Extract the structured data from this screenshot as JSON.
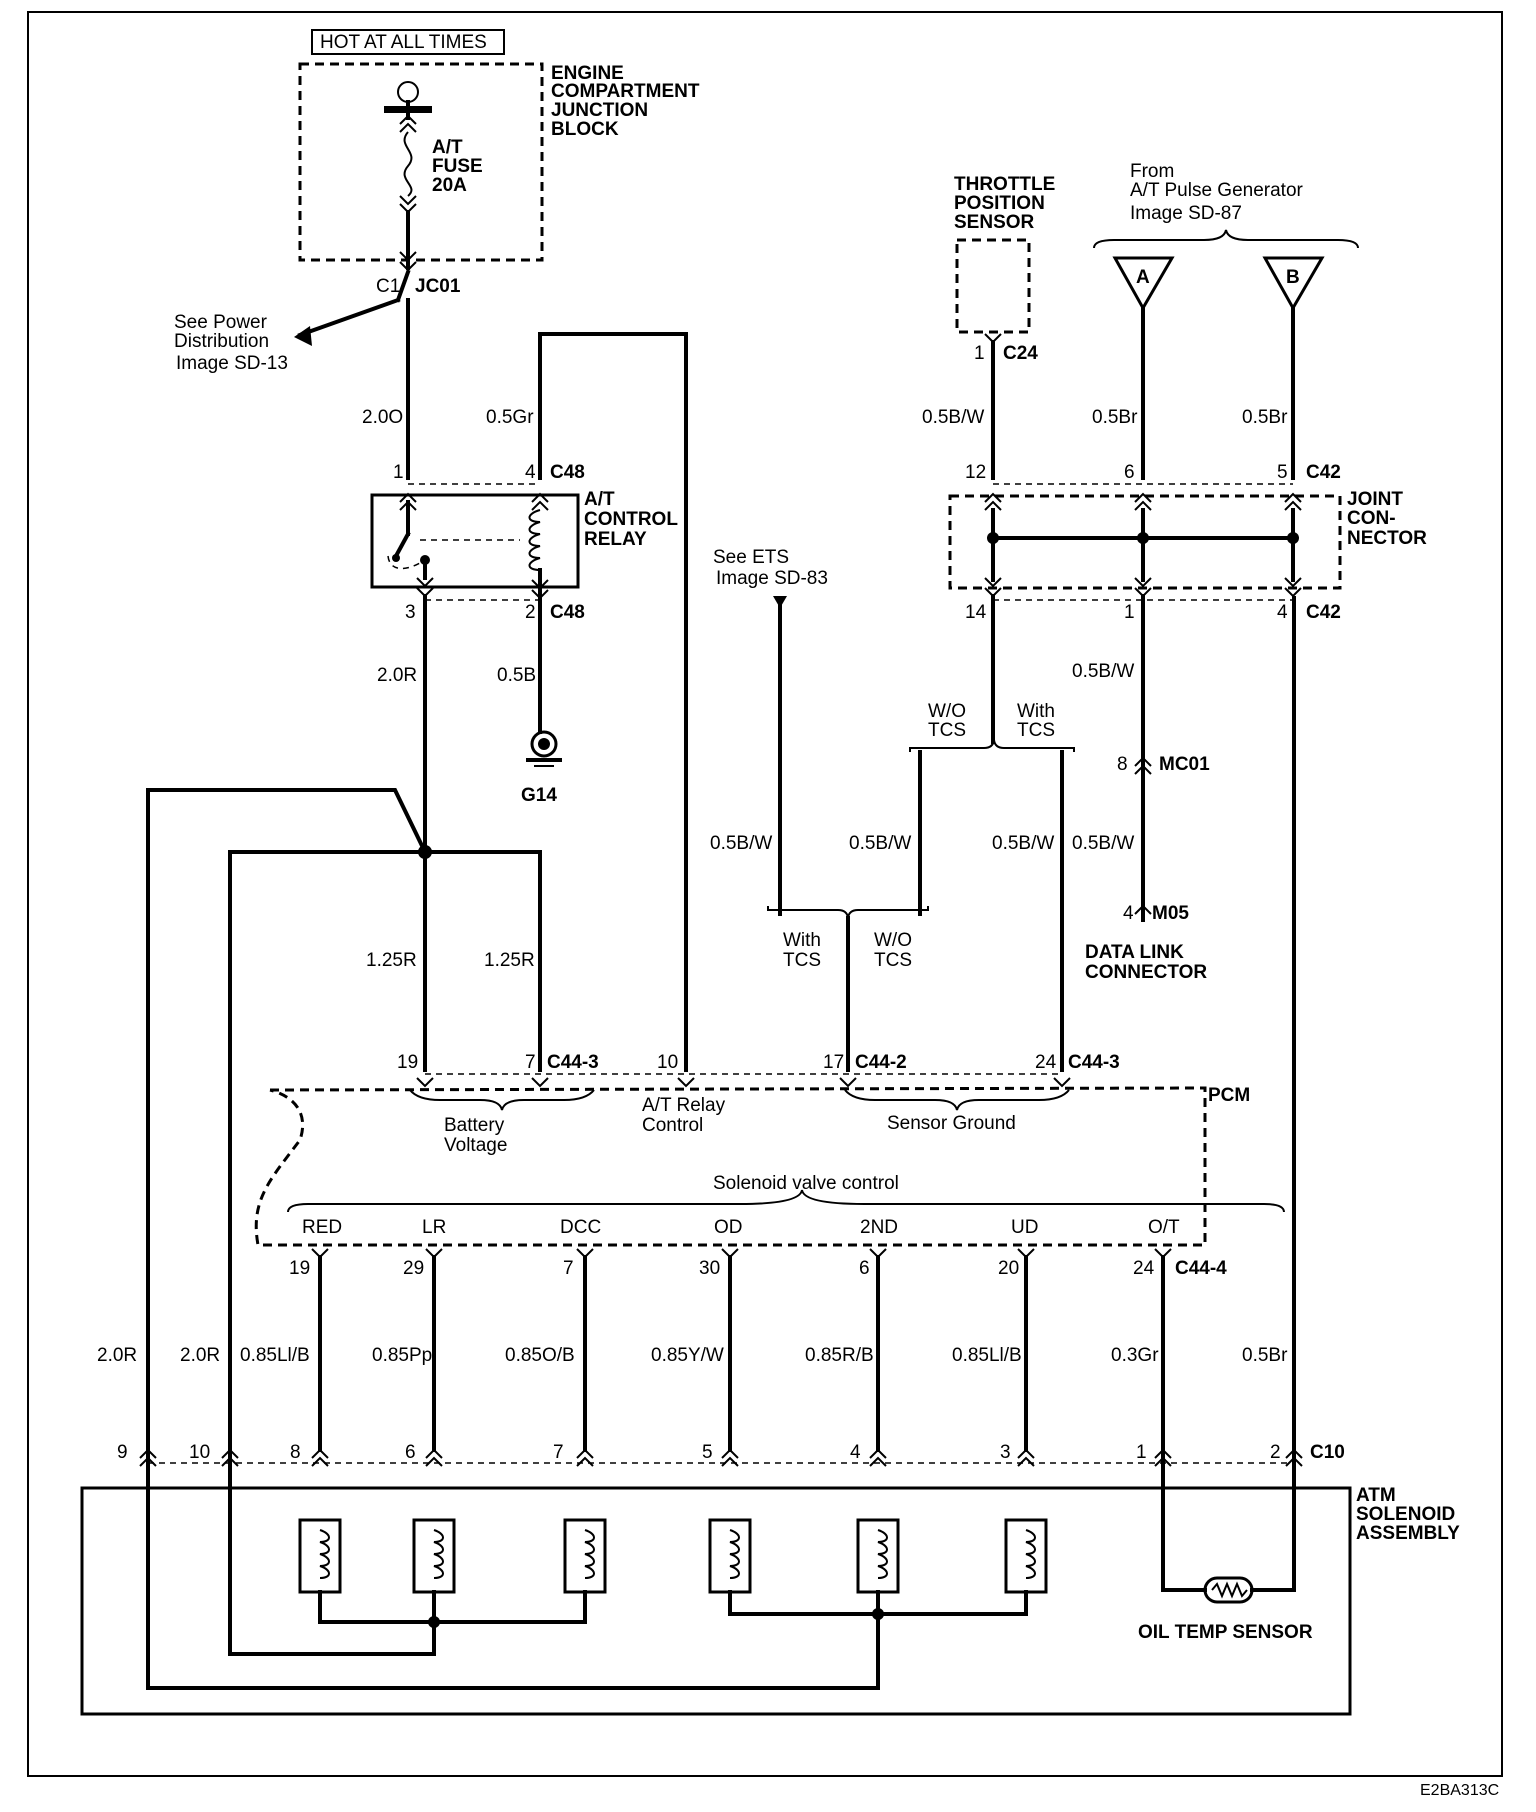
{
  "texts": {
    "hot_at_all_times": "HOT AT ALL TIMES",
    "ejb_1": "ENGINE",
    "ejb_2": "COMPARTMENT",
    "ejb_3": "JUNCTION",
    "ejb_4": "BLOCK",
    "fuse_1": "A/T",
    "fuse_2": "FUSE",
    "fuse_3": "20A",
    "jc01_pin": "C1",
    "jc01": "JC01",
    "power_1": "See Power",
    "power_2": "Distribution",
    "power_3": "Image SD-13",
    "w_20o": "2.0O",
    "w_05gr": "0.5Gr",
    "pin_1": "1",
    "pin_4": "4",
    "c48": "C48",
    "relay_1": "A/T",
    "relay_2": "CONTROL",
    "relay_3": "RELAY",
    "pin_3": "3",
    "pin_2": "2",
    "c48b": "C48",
    "w_20r_a": "2.0R",
    "w_05b": "0.5B",
    "g14": "G14",
    "w_125r_a": "1.25R",
    "w_125r_b": "1.25R",
    "pcm_19": "19",
    "pcm_7": "7",
    "c44_3a": "C44-3",
    "pcm_10": "10",
    "pcm_17": "17",
    "c44_2": "C44-2",
    "pcm_24": "24",
    "c44_3b": "C44-3",
    "pcm": "PCM",
    "batt_1": "Battery",
    "batt_2": "Voltage",
    "relayctl_1": "A/T Relay",
    "relayctl_2": "Control",
    "sensor_ground": "Sensor Ground",
    "svc": "Solenoid valve control",
    "sv_red": "RED",
    "sv_lr": "LR",
    "sv_dcc": "DCC",
    "sv_od": "OD",
    "sv_2nd": "2ND",
    "sv_ud": "UD",
    "sv_ot": "O/T",
    "p19": "19",
    "p29": "29",
    "p7": "7",
    "p30": "30",
    "p6": "6",
    "p20": "20",
    "p24": "24",
    "c44_4": "C44-4",
    "w_20r_b": "2.0R",
    "w_20r_c": "2.0R",
    "w_085lib_a": "0.85Ll/B",
    "w_085pp": "0.85Pp",
    "w_085ob": "0.85O/B",
    "w_085yw": "0.85Y/W",
    "w_085rb": "0.85R/B",
    "w_085lib_b": "0.85Ll/B",
    "w_03gr": "0.3Gr",
    "w_05br_c": "0.5Br",
    "c10_9": "9",
    "c10_10": "10",
    "c10_8": "8",
    "c10_6": "6",
    "c10_7": "7",
    "c10_5": "5",
    "c10_4": "4",
    "c10_3": "3",
    "c10_1": "1",
    "c10_2": "2",
    "c10": "C10",
    "atm_1": "ATM",
    "atm_2": "SOLENOID",
    "atm_3": "ASSEMBLY",
    "oil_temp": "OIL TEMP SENSOR",
    "tps_1": "THROTTLE",
    "tps_2": "POSITION",
    "tps_3": "SENSOR",
    "c24_pin": "1",
    "c24": "C24",
    "from_1": "From",
    "from_2": "A/T Pulse Generator",
    "from_3": "Image SD-87",
    "conn_a": "A",
    "conn_b": "B",
    "w_05bw_a": "0.5B/W",
    "w_05br_a": "0.5Br",
    "w_05br_b": "0.5Br",
    "jc_12": "12",
    "jc_6": "6",
    "jc_5": "5",
    "c42a": "C42",
    "joint_1": "JOINT",
    "joint_2": "CON-",
    "joint_3": "NECTOR",
    "jc_14": "14",
    "jc_1": "1",
    "jc_4": "4",
    "c42b": "C42",
    "ets_1": "See ETS",
    "ets_2": "Image SD-83",
    "w_05bw_b": "0.5B/W",
    "wo_tcs_a1": "W/O",
    "wo_tcs_a2": "TCS",
    "with_tcs_a1": "With",
    "with_tcs_a2": "TCS",
    "mc01_pin": "8",
    "mc01": "MC01",
    "w_05bw_c": "0.5B/W",
    "w_05bw_d": "0.5B/W",
    "w_05bw_e": "0.5B/W",
    "w_05bw_f": "0.5B/W",
    "m05_pin": "4",
    "m05": "M05",
    "dlc_1": "DATA LINK",
    "dlc_2": "CONNECTOR",
    "with_tcs_b1": "With",
    "with_tcs_b2": "TCS",
    "wo_tcs_b1": "W/O",
    "wo_tcs_b2": "TCS",
    "fig_id": "E2BA313C"
  }
}
